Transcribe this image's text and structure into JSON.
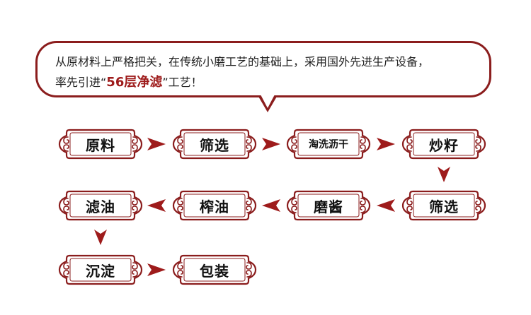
{
  "intro": {
    "line1": "从原材料上严格把关，在传统小磨工艺的基础上，采用国外先进生产设备，",
    "line2_pre": "率先引进“",
    "line2_highlight": "56层净滤",
    "line2_post": "”工艺！"
  },
  "steps": [
    {
      "label": "原料"
    },
    {
      "label": "筛选"
    },
    {
      "label": "淘洗沥干"
    },
    {
      "label": "炒籽"
    },
    {
      "label": "筛选"
    },
    {
      "label": "磨酱"
    },
    {
      "label": "榨油"
    },
    {
      "label": "滤油"
    },
    {
      "label": "沉淀"
    },
    {
      "label": "包装"
    }
  ],
  "colors": {
    "accent": "#8b1d1d",
    "arrow": "#9e1b1b"
  }
}
